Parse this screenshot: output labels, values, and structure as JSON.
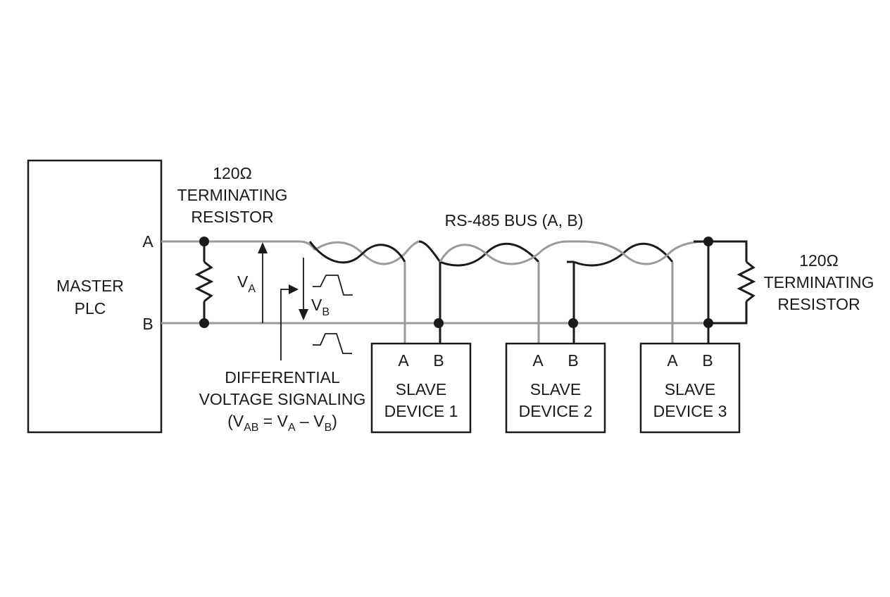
{
  "master": {
    "line1": "MASTER",
    "line2": "PLC",
    "port_a": "A",
    "port_b": "B"
  },
  "left_resistor": {
    "line1": "120Ω",
    "line2": "TERMINATING",
    "line3": "RESISTOR"
  },
  "right_resistor": {
    "line1": "120Ω",
    "line2": "TERMINATING",
    "line3": "RESISTOR"
  },
  "bus": {
    "label": "RS-485 BUS (A, B)"
  },
  "voltages": {
    "va_main": "V",
    "va_sub": "A",
    "vb_main": "V",
    "vb_sub": "B"
  },
  "signaling": {
    "line1": "DIFFERENTIAL",
    "line2": "VOLTAGE SIGNALING",
    "line3_open": "(V",
    "line3_sub1": "AB",
    "line3_mid": " = V",
    "line3_sub2": "A",
    "line3_dash": " – V",
    "line3_sub3": "B",
    "line3_close": ")"
  },
  "slaves": [
    {
      "a": "A",
      "b": "B",
      "line1": "SLAVE",
      "line2": "DEVICE 1"
    },
    {
      "a": "A",
      "b": "B",
      "line1": "SLAVE",
      "line2": "DEVICE 2"
    },
    {
      "a": "A",
      "b": "B",
      "line1": "SLAVE",
      "line2": "DEVICE 3"
    }
  ],
  "colors": {
    "line_a": "#9a9a9a",
    "line_b": "#1a1a1a",
    "ink": "#1a1a1a"
  }
}
